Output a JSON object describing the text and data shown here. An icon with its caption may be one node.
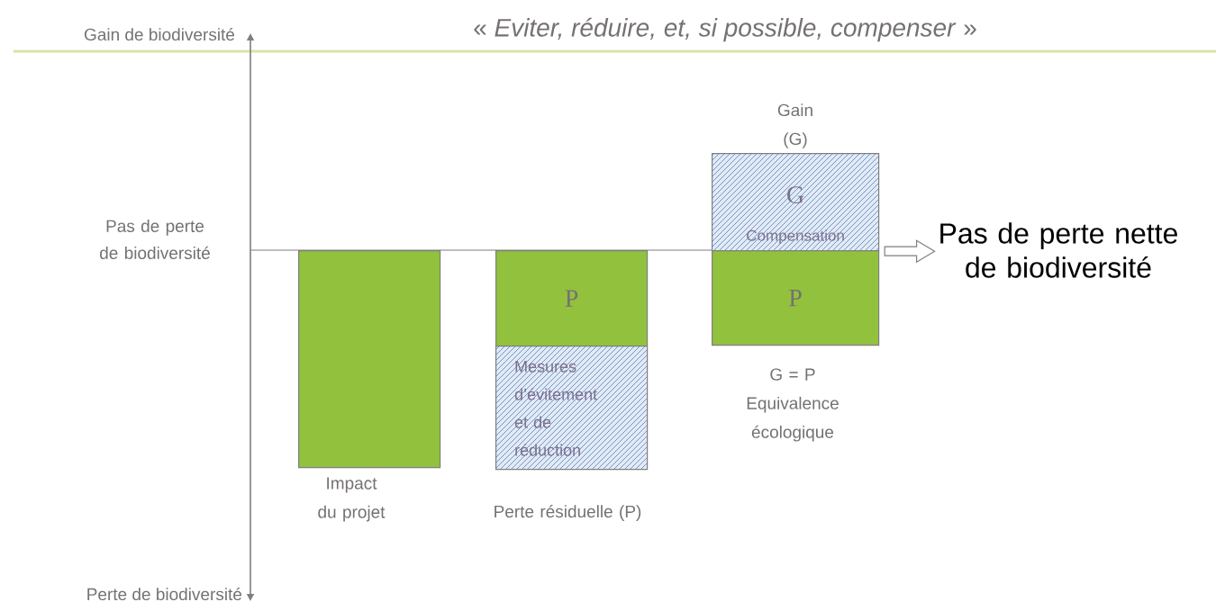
{
  "diagram": {
    "title": "« *Eviter, réduire, et, si possible, compenser* »",
    "nodes": [
      {
        "text": [],
        "shape": "box",
        "beside": [
          "Impact du projet"
        ]
      },
      {
        "text": [
          "P"
        ]
      },
      {
        "text": [
          "Mesures d’évitement et de réduction"
        ],
        "beside": [
          "Perte résiduelle (P)"
        ]
      },
      {
        "text": [
          "G",
          "Compensation"
        ],
        "beside": [
          "Gain (G)"
        ]
      },
      {
        "text": [
          "P"
        ],
        "beside": [
          "G = P Equivalence écologique"
        ]
      },
      {
        "text": [
          "Pas de perte nette de biodiversité"
        ]
      }
    ],
    "edges": [
      {
        "from": 3,
        "to": 5,
        "arrow": "to"
      }
    ],
    "labels": [
      "Gain de biodiversité",
      "Pas de perte de biodiversité",
      "Perte de biodiversité"
    ]
  }
}
